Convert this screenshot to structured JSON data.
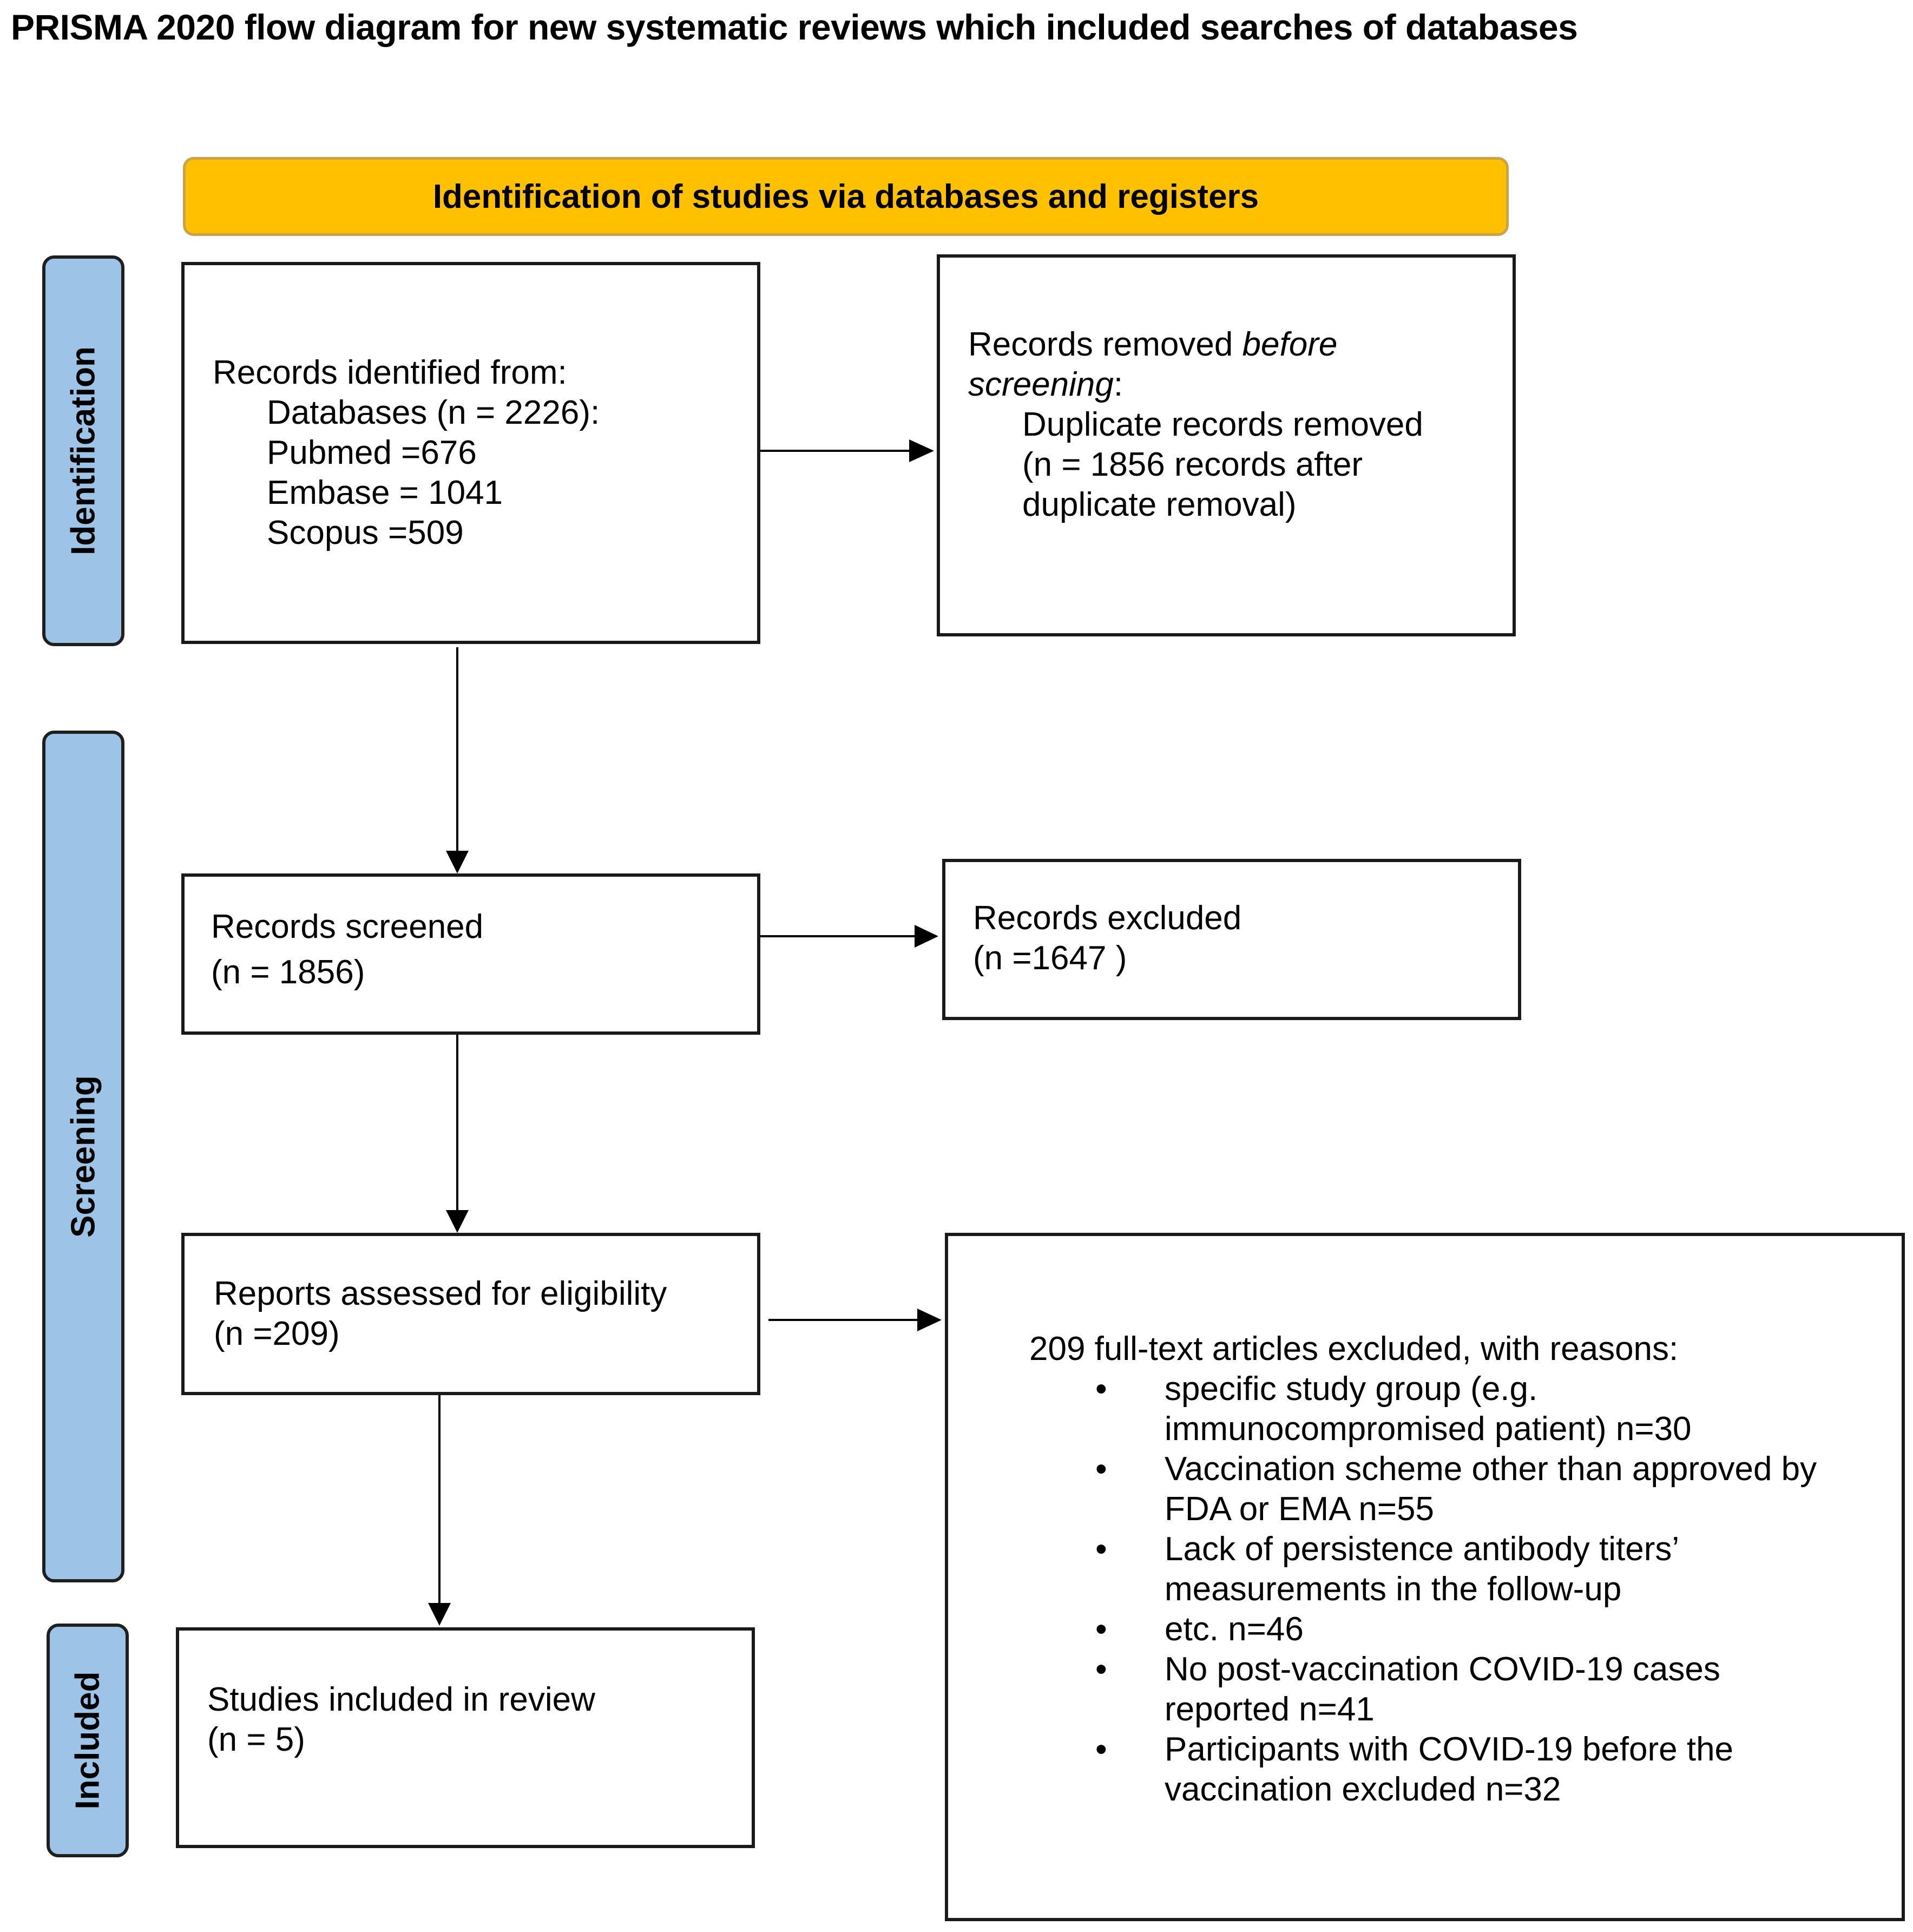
{
  "title": "PRISMA 2020 flow diagram for new systematic reviews which included searches of databases",
  "banner": "Identification of studies via databases and registers",
  "phases": {
    "identification": "Identification",
    "screening": "Screening",
    "included": "Included"
  },
  "identified": {
    "heading": "Records identified from:",
    "databases": "Databases (n = 2226):",
    "pubmed": "Pubmed =676",
    "embase": "Embase = 1041",
    "scopus": "Scopus =509"
  },
  "removed": {
    "line1_prefix": "Records removed ",
    "line1_italic": "before",
    "line2_italic": "screening",
    "line2_suffix": ":",
    "line3": "Duplicate records removed",
    "line4": "(n = 1856 records after",
    "line5": "duplicate removal)"
  },
  "screened": {
    "label": "Records screened",
    "count": "(n = 1856)"
  },
  "excluded": {
    "label": "Records excluded",
    "count": "(n =1647 )"
  },
  "eligibility": {
    "label": "Reports assessed for eligibility",
    "count": "(n =209)"
  },
  "fulltext_excluded": {
    "heading": "209 full-text articles excluded, with reasons:",
    "reasons": [
      {
        "line1": "specific study group (e.g.",
        "line2": "immunocompromised patient)  n=30"
      },
      {
        "line1": "Vaccination scheme other than approved by",
        "line2": "FDA or EMA n=55"
      },
      {
        "line1": "Lack of persistence antibody titers’",
        "line2": "measurements in the follow-up"
      },
      {
        "line1": "etc. n=46",
        "line2": ""
      },
      {
        "line1": "No post-vaccination COVID-19 cases",
        "line2": "reported n=41"
      },
      {
        "line1": "Participants with COVID-19 before the",
        "line2": "vaccination excluded n=32"
      }
    ]
  },
  "included": {
    "label": "Studies included in review",
    "count": "(n = 5)"
  }
}
